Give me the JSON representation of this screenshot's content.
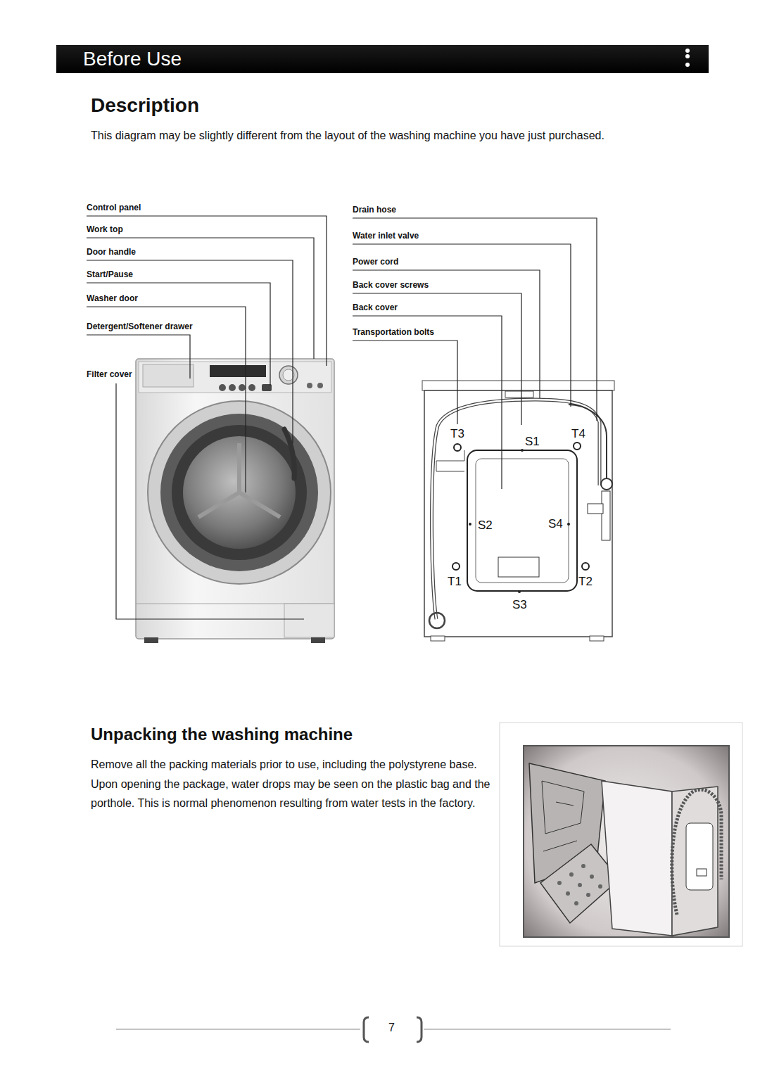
{
  "diagram": {
    "title": "Description",
    "nodes": [
      {
        "text": [
          "Before Use"
        ]
      }
    ],
    "labels": [
      "This diagram may be slightly different from the layout of the washing machine you have just purchased.",
      "Control panel",
      "Work top",
      "Door handle",
      "Start/Pause",
      "Washer door",
      "Detergent/Softener drawer",
      "Filter cover",
      "Drain hose",
      "Water inlet valve",
      "Power cord",
      "Back cover screws",
      "Back cover",
      "Transportation bolts",
      "T3",
      "S1",
      "T4",
      "S2",
      "S4",
      "T1",
      "T2",
      "S3",
      "Unpacking the washing machine",
      "Remove all the packing materials prior to use, including the polystyrene base. Upon opening the package, water drops may be seen on the plastic bag and the porthole. This is normal phenomenon resulting from water tests in the factory.",
      "7"
    ]
  }
}
